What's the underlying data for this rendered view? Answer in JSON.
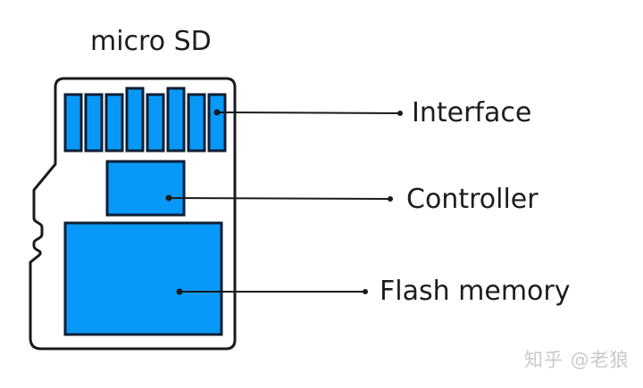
{
  "title": "micro SD",
  "components": [
    {
      "id": "interface",
      "label": "Interface"
    },
    {
      "id": "controller",
      "label": "Controller"
    },
    {
      "id": "flash_memory",
      "label": "Flash memory"
    }
  ],
  "pins": {
    "count": 8,
    "tall_pin_positions": [
      4,
      6
    ]
  },
  "watermark": "知乎 @老狼",
  "colors": {
    "component-fill": "#0899f8",
    "component-stroke": "#0e1e33",
    "outline": "#1a1a1a",
    "text": "#1d1d1d",
    "watermark": "#c9c9c9",
    "background": "#ffffff"
  }
}
